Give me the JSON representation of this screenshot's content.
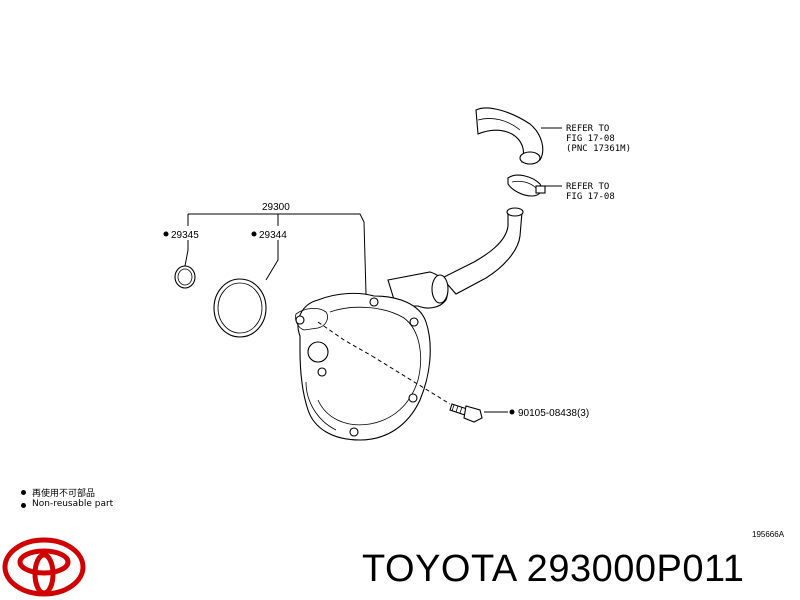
{
  "diagram": {
    "assembly_part_no": "29300",
    "callouts": {
      "gasket_small": "29345",
      "gasket_large": "29344",
      "bolt": "90105-08438(3)",
      "hose_ref_line1": "REFER TO",
      "hose_ref_line2": "FIG 17-08",
      "hose_ref_line3": "(PNC 17361M)",
      "clamp_ref_line1": "REFER TO",
      "clamp_ref_line2": "FIG 17-08"
    },
    "illustration_code": "195666A"
  },
  "legend": {
    "line_jp": "再使用不可部品",
    "line_en": "Non-reusable part"
  },
  "footer": {
    "logo_icon": "toyota-logo",
    "title": "TOYOTA 293000P011"
  }
}
